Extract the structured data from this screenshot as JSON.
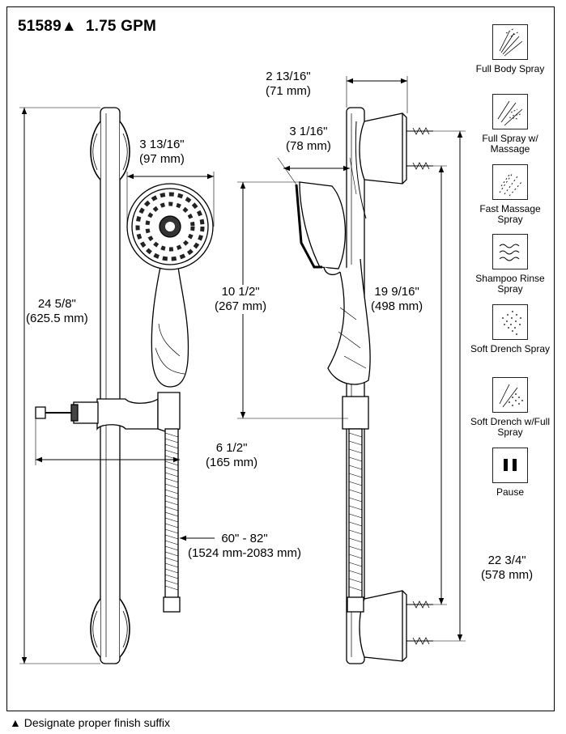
{
  "title": {
    "model": "51589",
    "marker": "▲",
    "flow": "1.75 GPM"
  },
  "footnote": {
    "marker": "▲",
    "text": "Designate proper finish suffix"
  },
  "dimensions": {
    "overall_bar": {
      "imperial": "24 5/8\"",
      "metric": "(625.5 mm)"
    },
    "head_diameter": {
      "imperial": "3 13/16\"",
      "metric": "(97 mm)"
    },
    "wall_offset": {
      "imperial": "6 1/2\"",
      "metric": "(165 mm)"
    },
    "hose_length": {
      "imperial": "60\" - 82\"",
      "metric": "(1524 mm-2083 mm)"
    },
    "bracket_depth": {
      "imperial": "2 13/16\"",
      "metric": "(71 mm)"
    },
    "head_depth": {
      "imperial": "3 1/16\"",
      "metric": "(78 mm)"
    },
    "handshower_length": {
      "imperial": "10 1/2\"",
      "metric": "(267 mm)"
    },
    "mount_spacing": {
      "imperial": "19 9/16\"",
      "metric": "(498 mm)"
    },
    "overall_height": {
      "imperial": "22 3/4\"",
      "metric": "(578 mm)"
    }
  },
  "spray_modes": [
    {
      "icon": "full-body-spray-icon",
      "label": "Full Body Spray"
    },
    {
      "icon": "full-spray-massage-icon",
      "label": "Full Spray w/ Massage"
    },
    {
      "icon": "fast-massage-spray-icon",
      "label": "Fast Massage Spray"
    },
    {
      "icon": "shampoo-rinse-spray-icon",
      "label": "Shampoo Rinse Spray"
    },
    {
      "icon": "soft-drench-spray-icon",
      "label": "Soft Drench Spray"
    },
    {
      "icon": "soft-drench-full-spray-icon",
      "label": "Soft Drench w/Full Spray"
    },
    {
      "icon": "pause-icon",
      "label": "Pause"
    }
  ]
}
